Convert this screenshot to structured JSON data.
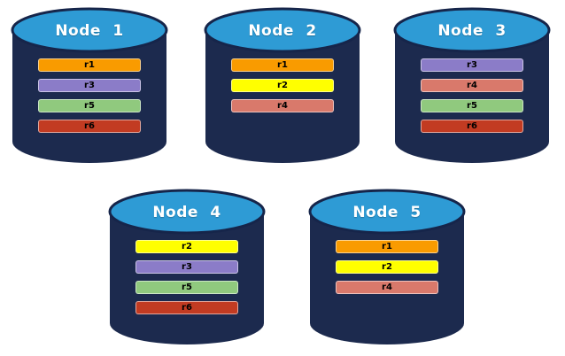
{
  "diagram": {
    "description": "Replica distribution across database nodes",
    "colors": {
      "cylinder_body": "#1C2A4E",
      "cylinder_top": "#2E9BD5",
      "cylinder_outline": "#16254A",
      "title_text": "#FFFFFF",
      "bar_text": "#000000"
    },
    "replica_colors": {
      "r1": "#F99B00",
      "r2": "#FFFF00",
      "r3": "#8B7CC8",
      "r4": "#D9796B",
      "r5": "#90C97E",
      "r6": "#C23B22"
    },
    "nodes": [
      {
        "label": "Node 1",
        "replicas": [
          "r1",
          "r3",
          "r5",
          "r6"
        ]
      },
      {
        "label": "Node 2",
        "replicas": [
          "r1",
          "r2",
          "r4"
        ]
      },
      {
        "label": "Node 3",
        "replicas": [
          "r3",
          "r4",
          "r5",
          "r6"
        ]
      },
      {
        "label": "Node 4",
        "replicas": [
          "r2",
          "r3",
          "r5",
          "r6"
        ]
      },
      {
        "label": "Node 5",
        "replicas": [
          "r1",
          "r2",
          "r4"
        ]
      }
    ]
  }
}
